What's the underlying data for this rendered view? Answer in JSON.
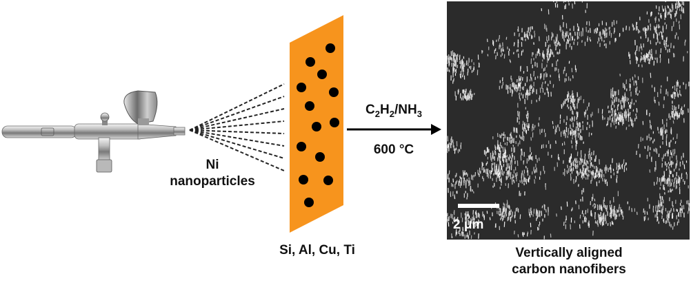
{
  "spray_label": [
    "Ni",
    "nanoparticles"
  ],
  "substrate_label": "Si, Al, Cu, Ti",
  "arrow_top": {
    "main1": "C",
    "sub1": "2",
    "main2": "H",
    "sub2": "2",
    "main3": "/NH",
    "sub3": "3"
  },
  "arrow_bottom": "600 °C",
  "scale_bar_label": "2 μm",
  "result_label": [
    "Vertically aligned",
    "carbon nanofibers"
  ],
  "colors": {
    "substrate": "#f7941d",
    "particles": "#000000",
    "sem_bg": "#2b2b2b",
    "fibers": "#d9d9d9"
  },
  "icons": [
    "airbrush-icon",
    "spray-lines-icon",
    "reaction-arrow-icon"
  ]
}
